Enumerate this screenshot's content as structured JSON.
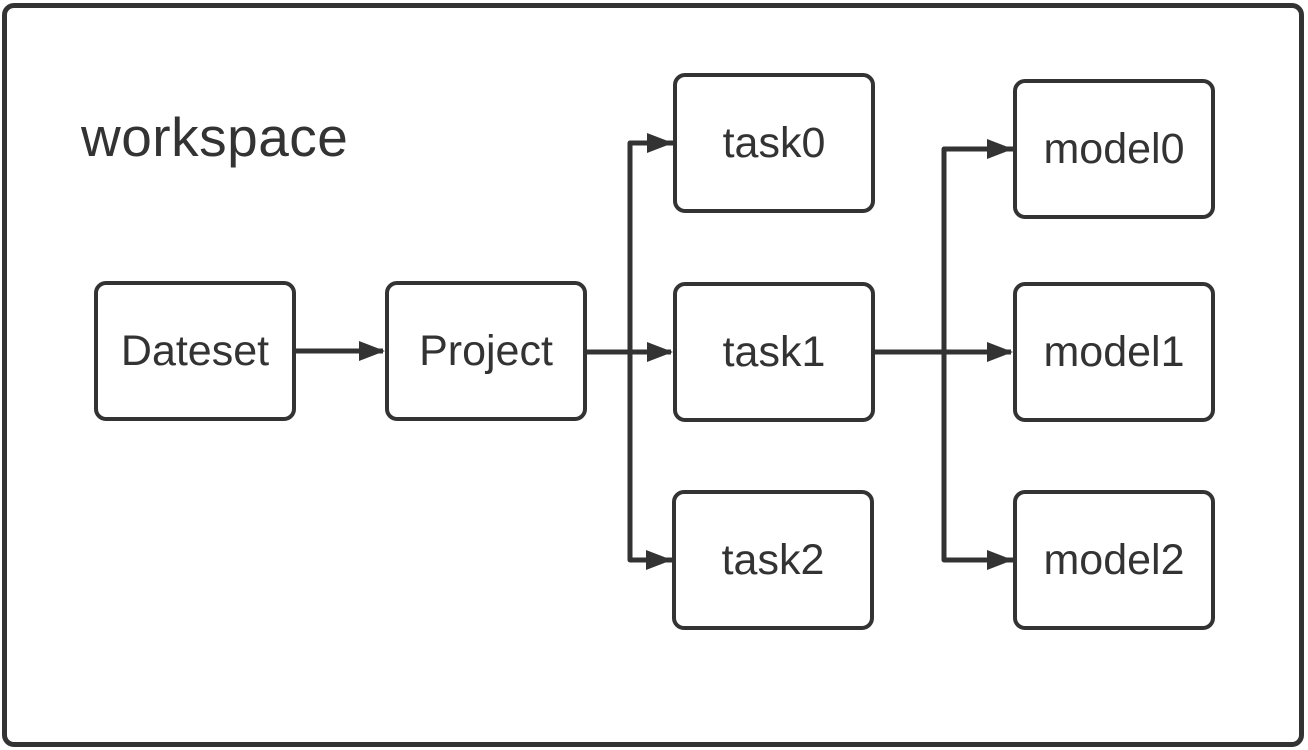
{
  "diagram": {
    "title": "workspace",
    "nodes": [
      {
        "id": "dateset",
        "label": "Dateset"
      },
      {
        "id": "project",
        "label": "Project"
      },
      {
        "id": "task0",
        "label": "task0"
      },
      {
        "id": "task1",
        "label": "task1"
      },
      {
        "id": "task2",
        "label": "task2"
      },
      {
        "id": "model0",
        "label": "model0"
      },
      {
        "id": "model1",
        "label": "model1"
      },
      {
        "id": "model2",
        "label": "model2"
      }
    ],
    "edges": [
      {
        "from": "Dateset",
        "to": "Project"
      },
      {
        "from": "Project",
        "to": "task0"
      },
      {
        "from": "Project",
        "to": "task1"
      },
      {
        "from": "Project",
        "to": "task2"
      },
      {
        "from": "task1",
        "to": "model0"
      },
      {
        "from": "task1",
        "to": "model1"
      },
      {
        "from": "task1",
        "to": "model2"
      }
    ],
    "colors": {
      "stroke": "#333333",
      "text": "#333333",
      "background": "#ffffff"
    }
  }
}
